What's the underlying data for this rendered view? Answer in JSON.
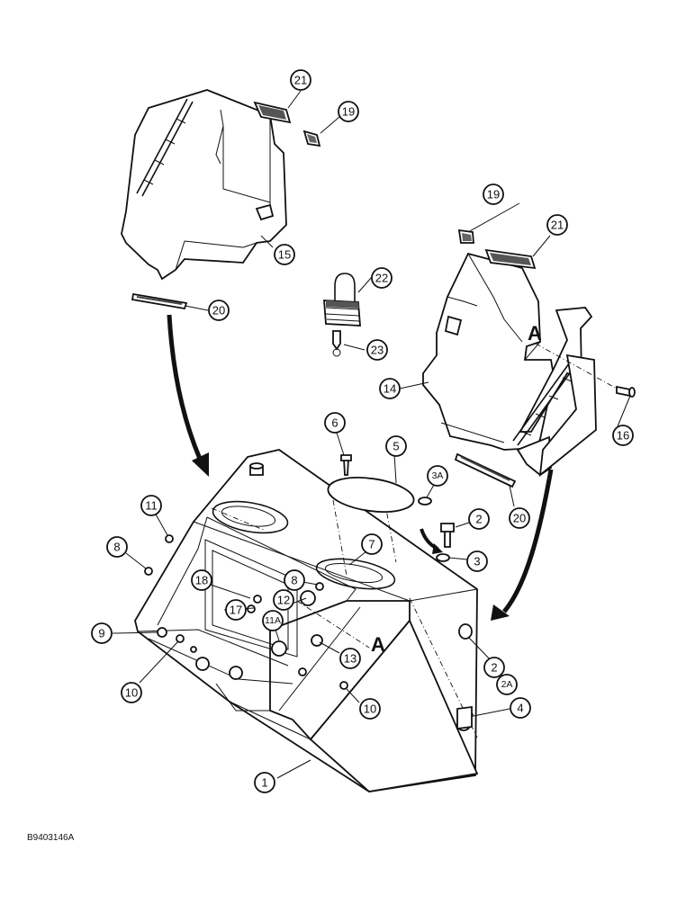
{
  "figure_id": "B9403146A",
  "detail_label": "A",
  "callouts": [
    {
      "id": "c1",
      "label": "1"
    },
    {
      "id": "c2a",
      "label": "2"
    },
    {
      "id": "c2b",
      "label": "2"
    },
    {
      "id": "c2A",
      "label": "2A"
    },
    {
      "id": "c3",
      "label": "3"
    },
    {
      "id": "c3A",
      "label": "3A"
    },
    {
      "id": "c4",
      "label": "4"
    },
    {
      "id": "c5",
      "label": "5"
    },
    {
      "id": "c6",
      "label": "6"
    },
    {
      "id": "c7",
      "label": "7"
    },
    {
      "id": "c8a",
      "label": "8"
    },
    {
      "id": "c8b",
      "label": "8"
    },
    {
      "id": "c9",
      "label": "9"
    },
    {
      "id": "c10a",
      "label": "10"
    },
    {
      "id": "c10b",
      "label": "10"
    },
    {
      "id": "c11",
      "label": "11"
    },
    {
      "id": "c11A",
      "label": "11A"
    },
    {
      "id": "c12",
      "label": "12"
    },
    {
      "id": "c13",
      "label": "13"
    },
    {
      "id": "c14",
      "label": "14"
    },
    {
      "id": "c15",
      "label": "15"
    },
    {
      "id": "c16",
      "label": "16"
    },
    {
      "id": "c17",
      "label": "17"
    },
    {
      "id": "c18",
      "label": "18"
    },
    {
      "id": "c19a",
      "label": "19"
    },
    {
      "id": "c19b",
      "label": "19"
    },
    {
      "id": "c20a",
      "label": "20"
    },
    {
      "id": "c20b",
      "label": "20"
    },
    {
      "id": "c21a",
      "label": "21"
    },
    {
      "id": "c21b",
      "label": "21"
    },
    {
      "id": "c22",
      "label": "22"
    },
    {
      "id": "c23",
      "label": "23"
    }
  ]
}
